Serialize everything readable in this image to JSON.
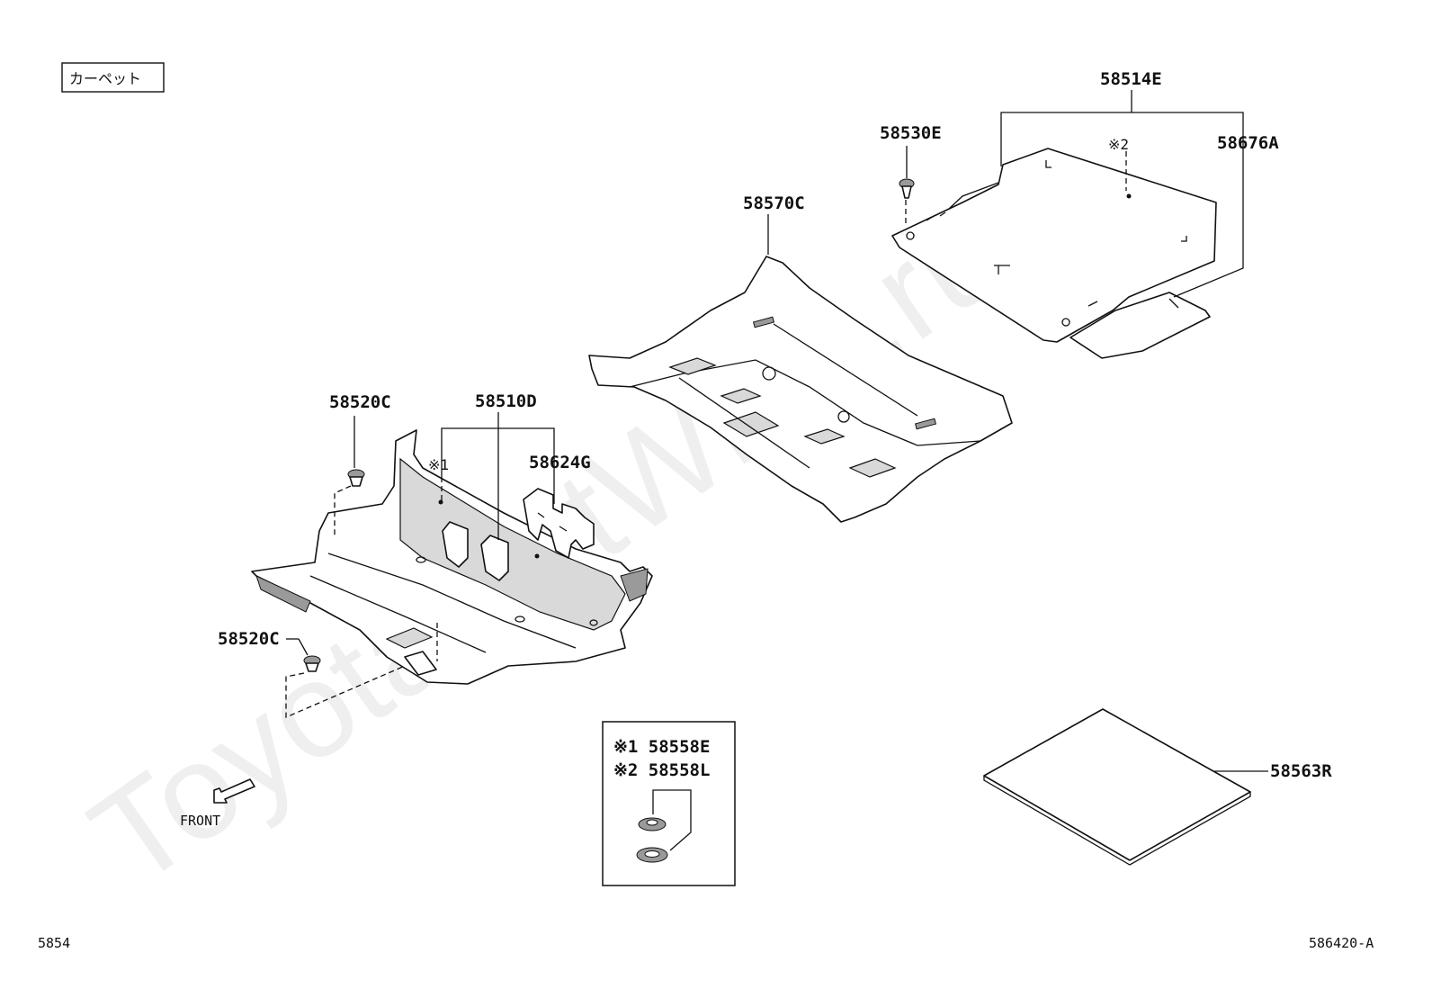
{
  "header": {
    "section_box": "カーペット"
  },
  "watermark": "ToyotaCatWine.ru",
  "callouts": {
    "p58514E": "58514E",
    "p58530E": "58530E",
    "p58676A": "58676A",
    "note2_top": "※2",
    "p58570C": "58570C",
    "p58520C_top": "58520C",
    "p58510D": "58510D",
    "note1_left": "※1",
    "p58624G": "58624G",
    "p58520C_bottom": "58520C",
    "p58563R": "58563R"
  },
  "legend": {
    "line1": "※1 58558E",
    "line2": "※2 58558L"
  },
  "front_label": "FRONT",
  "footer": {
    "page_code": "5854",
    "drawing_code": "586420-A"
  }
}
